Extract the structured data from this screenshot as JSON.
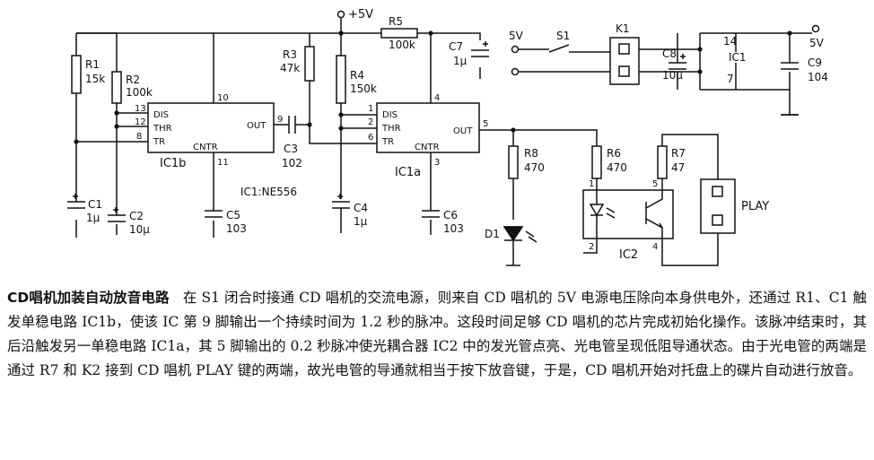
{
  "circuit": {
    "supply_top": "+5V",
    "ic_b": {
      "name": "IC1b",
      "pins": {
        "dis": "DIS",
        "thr": "THR",
        "tr": "TR",
        "out": "OUT",
        "cntr": "CNTR"
      },
      "pin_no": {
        "dis": "13",
        "thr": "12",
        "tr": "8",
        "vcc": "10",
        "out": "9",
        "cntr": "11"
      }
    },
    "ic_a": {
      "name": "IC1a",
      "pins": {
        "dis": "DIS",
        "thr": "THR",
        "tr": "TR",
        "out": "OUT",
        "cntr": "CNTR"
      },
      "pin_no": {
        "dis": "1",
        "thr": "2",
        "tr": "6",
        "vcc": "4",
        "out": "5",
        "cntr": "3"
      }
    },
    "ic_note": "IC1:NE556",
    "components": {
      "r1": [
        "R1",
        "15k"
      ],
      "r2": [
        "R2",
        "100k"
      ],
      "r3": [
        "R3",
        "47k"
      ],
      "r4": [
        "R4",
        "150k"
      ],
      "r5": [
        "R5",
        "100k"
      ],
      "r6": [
        "R6",
        "470"
      ],
      "r7": [
        "R7",
        "47"
      ],
      "r8": [
        "R8",
        "470"
      ],
      "c1": [
        "C1",
        "1μ"
      ],
      "c2": [
        "C2",
        "10μ"
      ],
      "c3": [
        "C3",
        "102"
      ],
      "c4": [
        "C4",
        "1μ"
      ],
      "c5": [
        "C5",
        "103"
      ],
      "c6": [
        "C6",
        "103"
      ],
      "c7": [
        "C7",
        "1μ"
      ],
      "c8": [
        "C8",
        "10μ"
      ],
      "c9": [
        "C9",
        "104"
      ],
      "d1": "D1"
    },
    "ic2": {
      "name": "IC2",
      "pins": {
        "p1": "1",
        "p2": "2",
        "p4": "4",
        "p5": "5"
      }
    },
    "play": "PLAY",
    "supply": {
      "in": "5V",
      "s1": "S1",
      "k1": "K1",
      "ic1": "IC1",
      "ic1_pin14": "14",
      "ic1_pin7": "7",
      "out": "5V"
    }
  },
  "caption": {
    "title": "CD唱机加装自动放音电路",
    "body": "在 S1 闭合时接通 CD 唱机的交流电源，则来自 CD 唱机的 5V 电源电压除向本身供电外，还通过 R1、C1 触发单稳电路 IC1b，使该 IC 第 9 脚输出一个持续时间为 1.2 秒的脉冲。这段时间足够 CD 唱机的芯片完成初始化操作。该脉冲结束时，其后沿触发另一单稳电路 IC1a，其 5 脚输出的 0.2 秒脉冲使光耦合器 IC2 中的发光管点亮、光电管呈现低阻导通状态。由于光电管的两端是通过 R7 和 K2 接到 CD 唱机 PLAY 键的两端，故光电管的导通就相当于按下放音键，于是，CD 唱机开始对托盘上的碟片自动进行放音。"
  }
}
